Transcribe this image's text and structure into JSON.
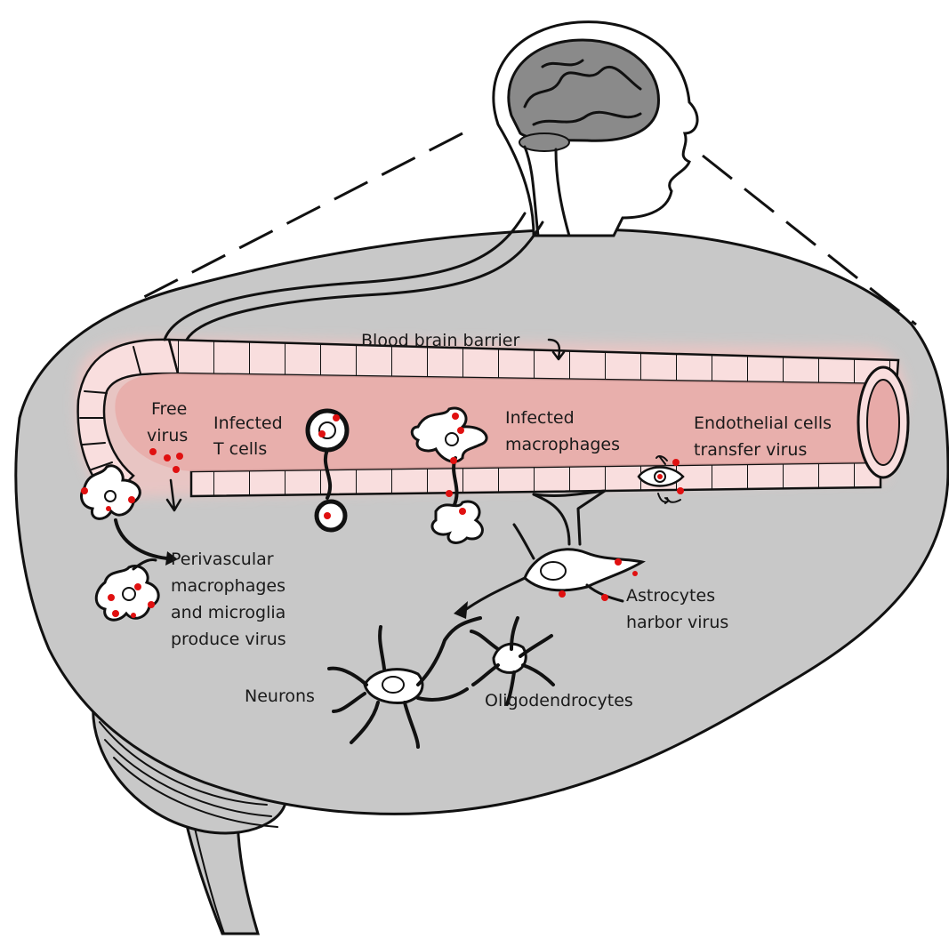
{
  "colors": {
    "brain_tissue": "#c8c8c8",
    "vessel_wall": "#f9dede",
    "vessel_lumen": "#e7aaa8",
    "vessel_glow": "#f3c4c2",
    "virus": "#e01010",
    "outline": "#111111"
  },
  "labels": {
    "blood_brain_barrier": "Blood brain barrier",
    "free_virus": [
      "Free",
      "virus"
    ],
    "infected_t_cells": [
      "Infected",
      "T cells"
    ],
    "infected_macrophages": [
      "Infected",
      "macrophages"
    ],
    "endothelial_cells": [
      "Endothelial cells",
      "transfer virus"
    ],
    "perivascular": [
      "Perivascular",
      "macrophages",
      "and microglia",
      "produce virus"
    ],
    "astrocytes": [
      "Astrocytes",
      "harbor virus"
    ],
    "neurons": "Neurons",
    "oligodendrocytes": "Oligodendrocytes"
  },
  "icons": [
    "head-brain-icon",
    "macrophage-icon",
    "t-cell-icon",
    "astrocyte-icon",
    "neuron-icon",
    "oligodendrocyte-icon",
    "virus-particle-icon"
  ]
}
